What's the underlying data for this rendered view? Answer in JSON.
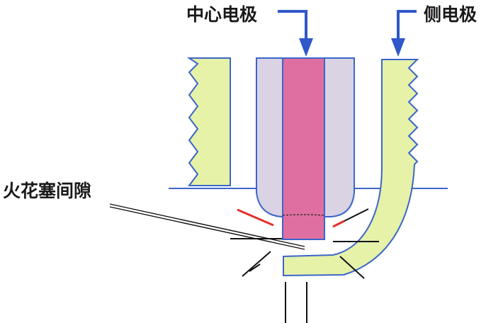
{
  "labels": {
    "center_electrode": "中心电极",
    "side_electrode": "侧电极",
    "spark_gap": "火花塞间隙"
  },
  "colors": {
    "thread_fill": "#e6f2a8",
    "outline_blue": "#3a66c9",
    "insulator_fill": "#d9d3e3",
    "electrode_pink": "#df6fa0",
    "arrow_blue": "#2f58c8",
    "spark_red": "#e5302c",
    "spark_black": "#111111"
  },
  "icons": {
    "arrow": "down-arrow-icon"
  }
}
